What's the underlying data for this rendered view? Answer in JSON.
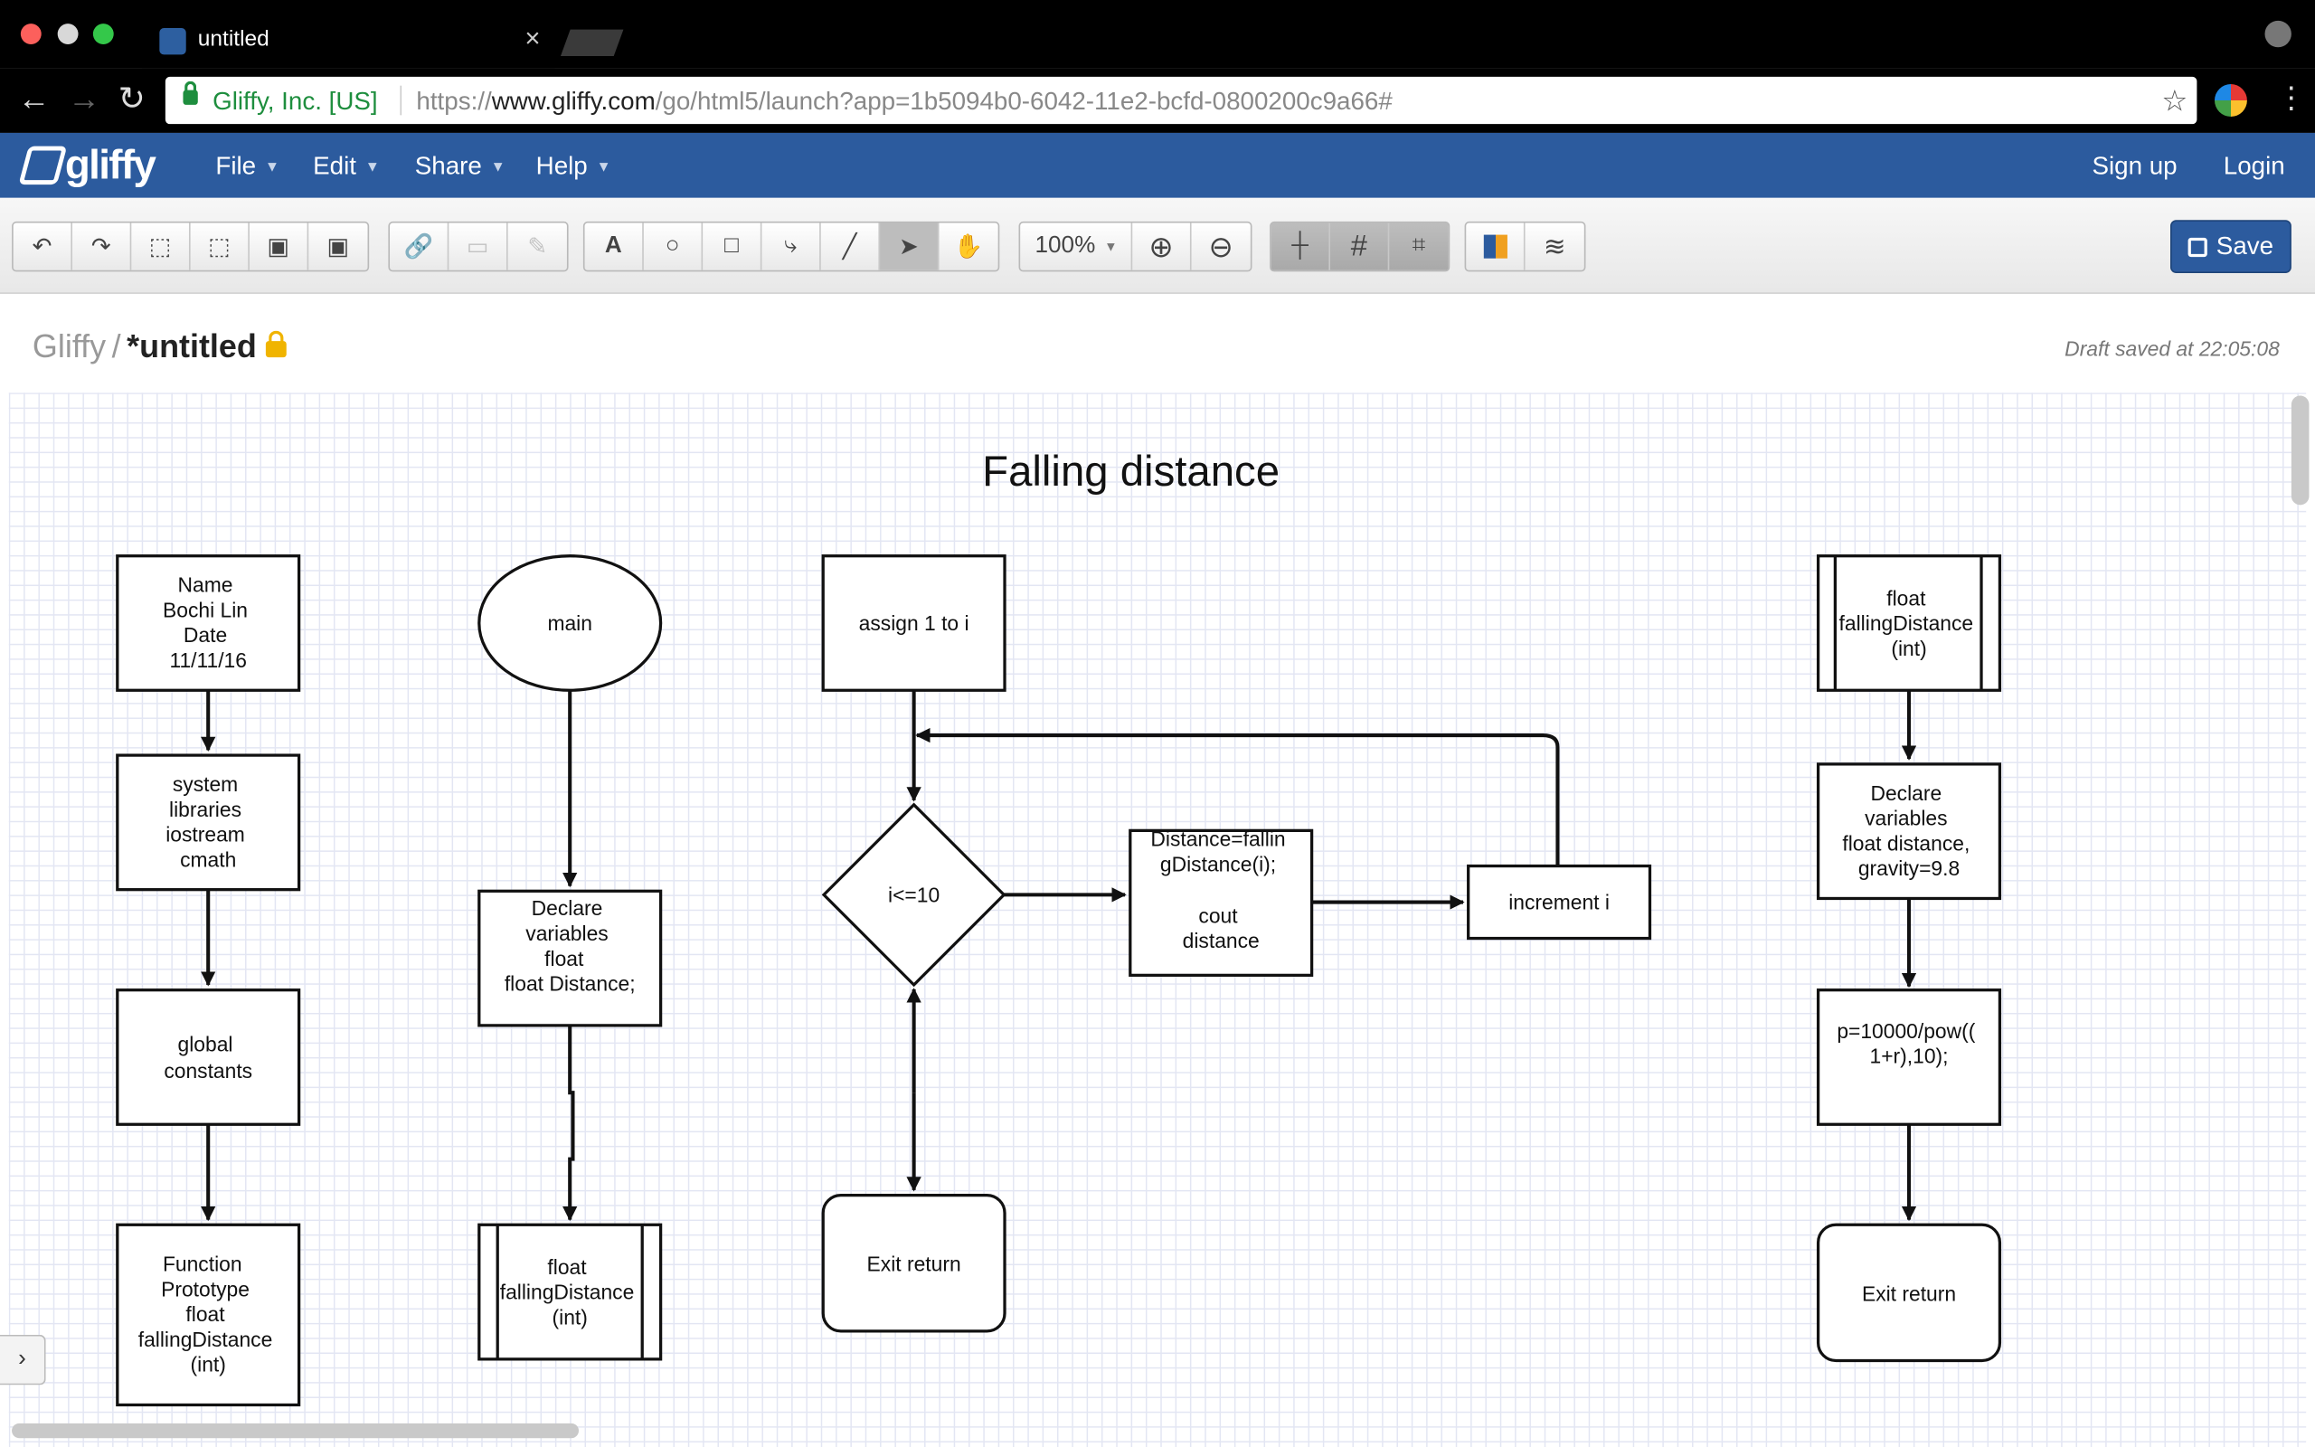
{
  "browser": {
    "tab_title": "untitled",
    "tab_close": "×",
    "secure_label": "Gliffy, Inc. [US]",
    "url_scheme": "https://",
    "url_domain": "www.gliffy.com",
    "url_path": "/go/html5/launch?app=1b5094b0-6042-11e2-bcfd-0800200c9a66#",
    "back": "←",
    "forward": "→",
    "reload": "↻",
    "bookmark": "☆",
    "menu": "⋮"
  },
  "app": {
    "logo": "gliffy",
    "menu": [
      {
        "label": "File"
      },
      {
        "label": "Edit"
      },
      {
        "label": "Share"
      },
      {
        "label": "Help"
      }
    ],
    "signup": "Sign up",
    "login": "Login",
    "save_label": "Save",
    "zoom_value": "100%"
  },
  "toolbar_icons": {
    "undo": "↶",
    "redo": "↷",
    "group": "⬚",
    "ungroup": "⬚",
    "front": "▣",
    "back": "▣",
    "link": "🔗",
    "comment": "▭",
    "format": "✎",
    "text": "A",
    "ellipse": "○",
    "rect": "□",
    "connector": "⤷",
    "line": "╱",
    "pointer": "➤",
    "hand": "✋",
    "zoom_in": "⊕",
    "zoom_out": "⊖",
    "snap": "┼",
    "grid": "#",
    "guide": "⌗",
    "themes": "■",
    "layers": "≋"
  },
  "document": {
    "root": "Gliffy",
    "separator": "/",
    "name": "*untitled",
    "status": "Draft saved at 22:05:08"
  },
  "diagram": {
    "title": "Falling distance",
    "shapes": {
      "name_box": [
        "Name",
        "Bochi Lin",
        "Date",
        "11/11/16"
      ],
      "libraries": [
        "system",
        "libraries",
        "iostream",
        "cmath"
      ],
      "constants": [
        "global",
        "constants"
      ],
      "prototype": [
        "Function",
        "Prototype",
        "float",
        "fallingDistance",
        "(int)"
      ],
      "main": [
        "main"
      ],
      "declare_main": [
        "Declare",
        "variables",
        "float",
        "float Distance;"
      ],
      "call_main": [
        "float",
        "fallingDistance",
        "(int)"
      ],
      "assign": [
        "assign 1 to i"
      ],
      "condition": [
        "i<=10"
      ],
      "calc": [
        "Distance=fallin",
        "gDistance(i);",
        "",
        "cout",
        "distance"
      ],
      "increment": [
        "increment i"
      ],
      "exit_loop": [
        "Exit return"
      ],
      "func_header": [
        "float",
        "fallingDistance",
        "(int)"
      ],
      "declare_func": [
        "Declare",
        "variables",
        "float distance,",
        "gravity=9.8"
      ],
      "formula": [
        "p=10000/pow((",
        "1+r),10);"
      ],
      "exit_func": [
        "Exit return"
      ]
    }
  },
  "sidebar_toggle": "›"
}
